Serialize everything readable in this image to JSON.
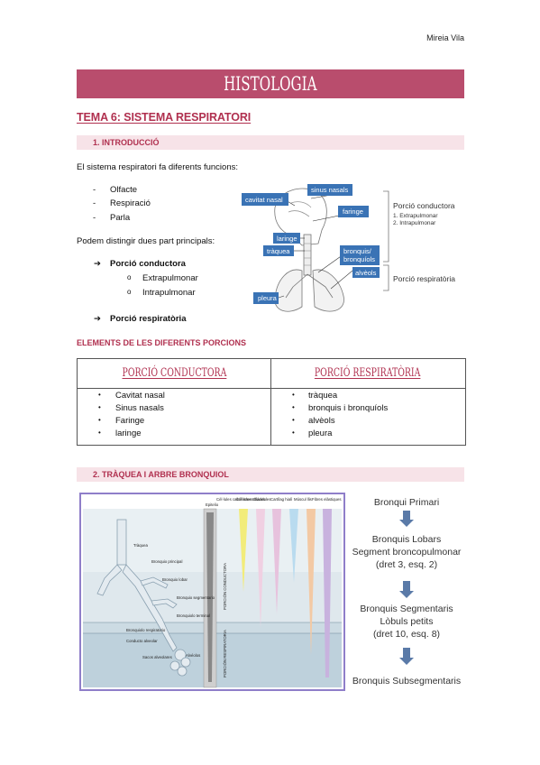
{
  "header": {
    "author": "Mireia Vila",
    "banner": "HISTOLOGIA",
    "tema": "TEMA 6: SISTEMA RESPIRATORI"
  },
  "section1": {
    "title": "1.   INTRODUCCIÓ",
    "intro": "El sistema respiratori fa diferents funcions:",
    "functions": [
      "Olfacte",
      "Respiració",
      "Parla"
    ],
    "dash": "-",
    "parts_intro": "Podem distingir dues part principals:",
    "arrow": "➔",
    "conductora": "Porció conductora",
    "sub_marker": "o",
    "sub_items": [
      "Extrapulmonar",
      "Intrapulmonar"
    ],
    "respiratoria": "Porció respiratòria"
  },
  "diagram1": {
    "labels": {
      "cavitat": "cavitat nasal",
      "sinus": "sinus nasals",
      "faringe": "faringe",
      "laringe": "laringe",
      "traquea": "tràquea",
      "bronquis1": "bronquis/",
      "bronquis2": "bronquíols",
      "alveols": "alvèols",
      "pleura": "pleura"
    },
    "side": {
      "conductora": "Porció conductora",
      "extra": "1. Extrapulmonar",
      "intra": "2. Intrapulmonar",
      "respiratoria": "Porció respiratòria"
    }
  },
  "elements": {
    "title": "ELEMENTS DE LES DIFERENTS PORCIONS",
    "col1_header": "PORCIÓ CONDUCTORA",
    "col2_header": "PORCIÓ RESPIRATÒRIA",
    "bullet": "•",
    "col1": [
      "Cavitat nasal",
      "Sinus nasals",
      "Faringe",
      "laringe"
    ],
    "col2": [
      "tràquea",
      "bronquis i bronquíols",
      "alvèols",
      "pleura"
    ]
  },
  "section2": {
    "title": "2.   TRÀQUEA I ARBRE BRONQUIOL"
  },
  "diagram2": {
    "top_labels": [
      "Cèl·lules caliciformes",
      "Cèl·lules ciliades",
      "Glàndules",
      "Cartílag hialí",
      "Múscul llis",
      "Fibres elàstiques"
    ],
    "epitelio": "Epitelio",
    "tree_labels": [
      "Tràquea",
      "Bronquio principal",
      "Bronquio lobar",
      "Bronquio segmentario",
      "Bronquiolo terminal",
      "Bronquiolo respiratorio",
      "Conducto alveolar",
      "Sacos alveolares",
      "Alvéolos"
    ],
    "vertical1": "PORCIÓN CONDUCTORA",
    "vertical2": "PORCIÓN RESPIRATORIA"
  },
  "chain": {
    "step1": "Bronqui Primari",
    "step2a": "Bronquis Lobars",
    "step2b": "Segment broncopulmonar",
    "step2c": "(dret 3, esq. 2)",
    "step3a": "Bronquis Segmentaris",
    "step3b": "Lòbuls petits",
    "step3c": "(dret 10, esq. 8)",
    "step4": "Bronquis Subsegmentaris"
  },
  "colors": {
    "accent": "#b0304f",
    "banner": "#b94d6d",
    "label_box": "#3a73b5",
    "arrow": "#5a7aa8"
  }
}
